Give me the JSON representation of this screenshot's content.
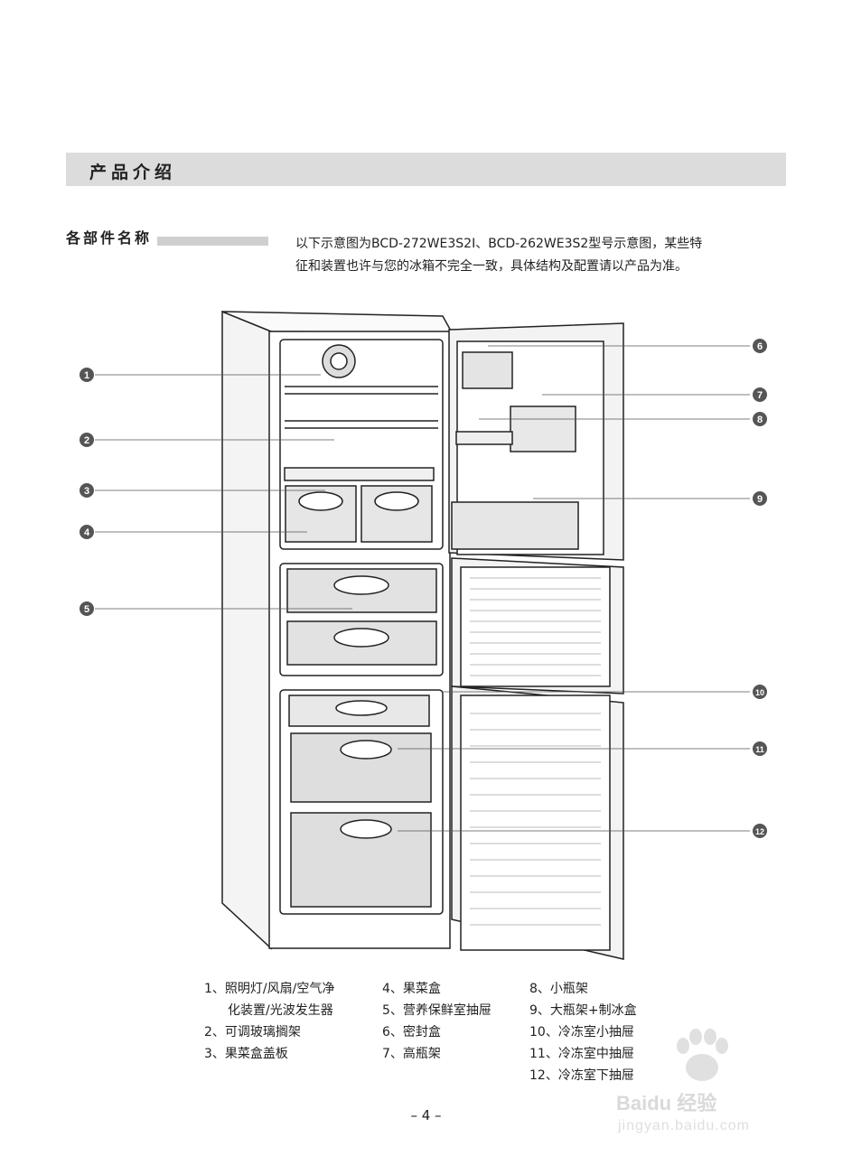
{
  "header": {
    "section_title": "产品介绍"
  },
  "parts": {
    "subtitle": "各部件名称",
    "intro_line1": "以下示意图为BCD-272WE3S2I、BCD-262WE3S2型号示意图，某些特",
    "intro_line2": "征和装置也许与您的冰箱不完全一致，具体结构及配置请以产品为准。"
  },
  "callouts": [
    "1",
    "2",
    "3",
    "4",
    "5",
    "6",
    "7",
    "8",
    "9",
    "10",
    "11",
    "12"
  ],
  "legend": {
    "col1": [
      "1、照明灯/风扇/空气净",
      "化装置/光波发生器",
      "2、可调玻璃搁架",
      "3、果菜盒盖板"
    ],
    "col2": [
      "4、果菜盒",
      "5、营养保鲜室抽屉",
      "6、密封盒",
      "7、高瓶架"
    ],
    "col3": [
      "8、小瓶架",
      "9、大瓶架+制冰盒",
      "10、冷冻室小抽屉",
      "11、冷冻室中抽屉",
      "12、冷冻室下抽屉"
    ]
  },
  "footer": {
    "page_number": "– 4 –"
  },
  "watermark": {
    "brand": "Baidu 经验",
    "url": "jingyan.baidu.com"
  }
}
